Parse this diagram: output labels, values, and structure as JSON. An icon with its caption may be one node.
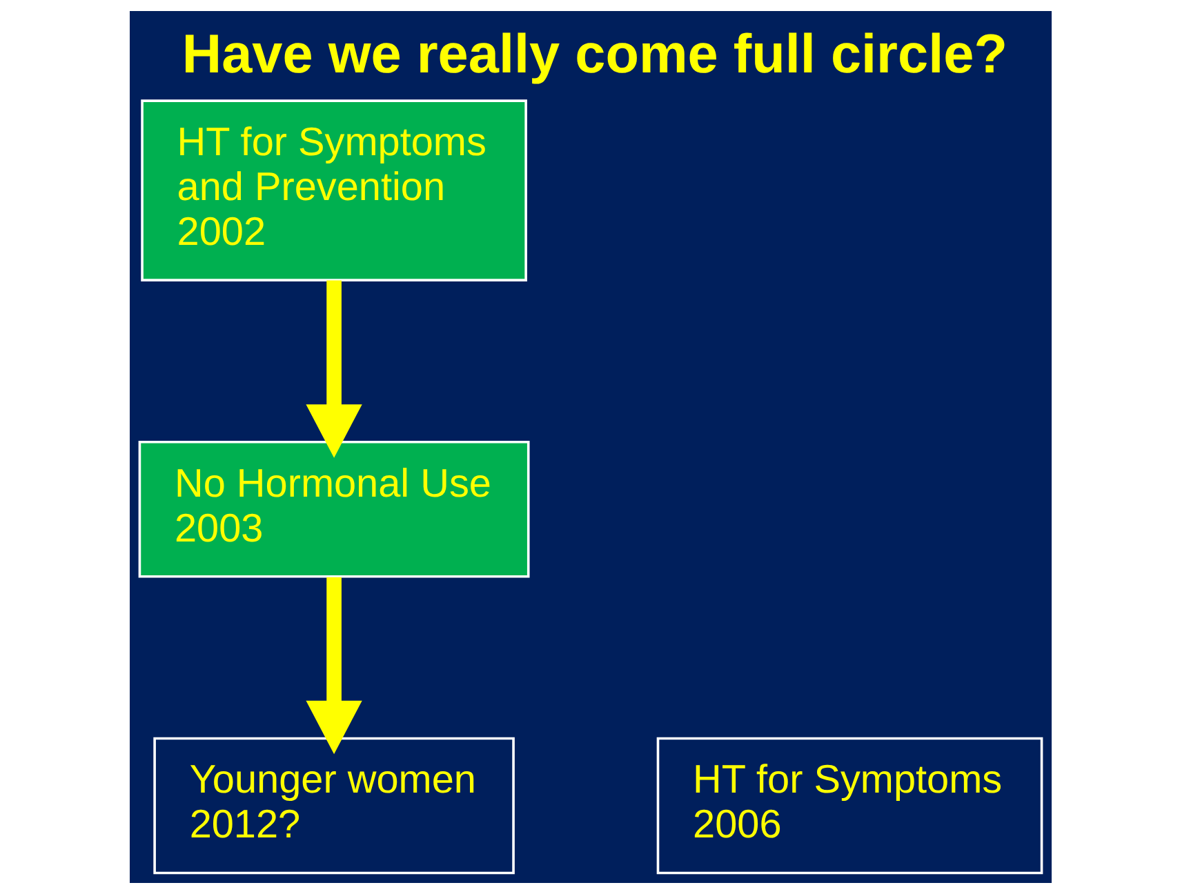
{
  "diagram": {
    "title": "Have we really come full circle?",
    "nodes": [
      {
        "text": [
          "HT for Symptoms and Prevention 2002"
        ]
      },
      {
        "text": [
          "Younger women 2012?"
        ]
      },
      {
        "text": [
          "HT for Symptoms 2006"
        ]
      },
      {
        "text": [
          "No Hormonal Use 2003"
        ]
      }
    ],
    "edges": [
      {
        "from": 0,
        "to": 3,
        "arrow": "to"
      },
      {
        "from": 3,
        "to": 1,
        "arrow": "to"
      }
    ]
  }
}
